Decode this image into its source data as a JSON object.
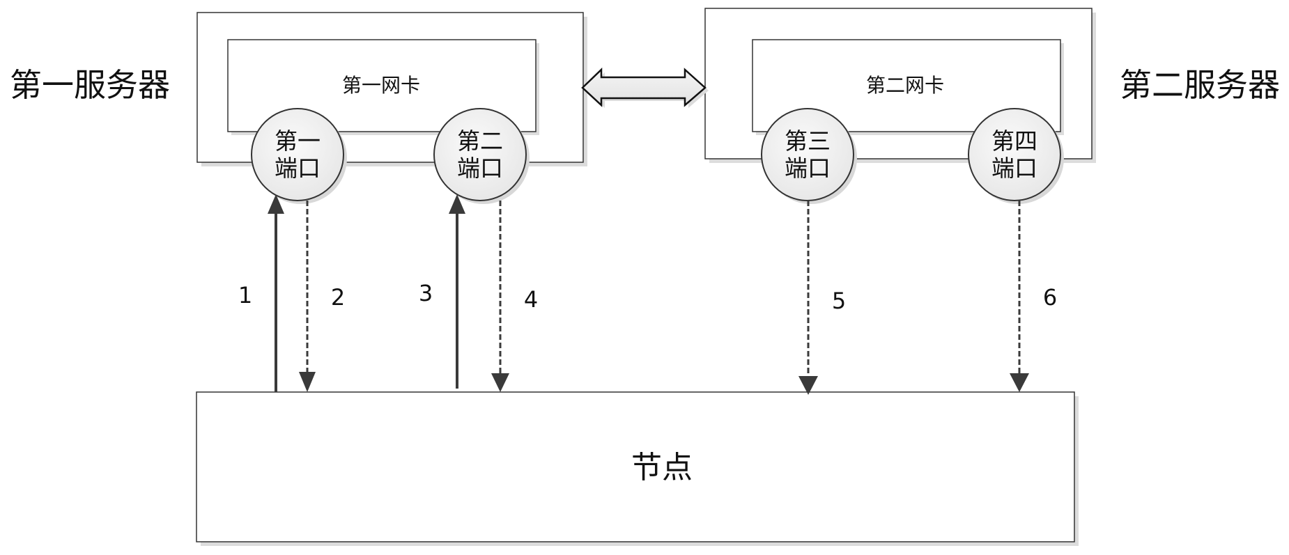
{
  "servers": [
    {
      "id": "server-1",
      "label": "第一服务器",
      "nic": {
        "label": "第一网卡"
      },
      "ports": [
        {
          "id": "port-1",
          "line1": "第一",
          "line2": "端口"
        },
        {
          "id": "port-2",
          "line1": "第二",
          "line2": "端口"
        }
      ]
    },
    {
      "id": "server-2",
      "label": "第二服务器",
      "nic": {
        "label": "第二网卡"
      },
      "ports": [
        {
          "id": "port-3",
          "line1": "第三",
          "line2": "端口"
        },
        {
          "id": "port-4",
          "line1": "第四",
          "line2": "端口"
        }
      ]
    }
  ],
  "node": {
    "label": "节点"
  },
  "interconnect": {
    "type": "bidirectional",
    "from": "server-1",
    "to": "server-2"
  },
  "flows": [
    {
      "label": "1",
      "style": "solid",
      "direction": "up",
      "port": "port-1"
    },
    {
      "label": "2",
      "style": "dashed",
      "direction": "down",
      "port": "port-1"
    },
    {
      "label": "3",
      "style": "solid",
      "direction": "up",
      "port": "port-2"
    },
    {
      "label": "4",
      "style": "dashed",
      "direction": "down",
      "port": "port-2"
    },
    {
      "label": "5",
      "style": "dashed",
      "direction": "down",
      "port": "port-3"
    },
    {
      "label": "6",
      "style": "dashed",
      "direction": "down",
      "port": "port-4"
    }
  ],
  "colors": {
    "stroke": "#333333",
    "arrow": "#3a3a3a",
    "shadow": "#dcdcdc",
    "port_fill": "#f0f0f0",
    "background": "#ffffff"
  }
}
